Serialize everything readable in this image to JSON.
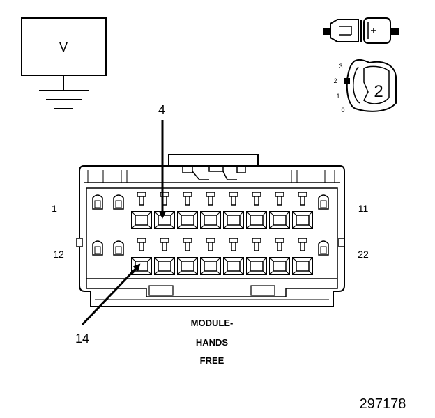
{
  "voltmeter": {
    "label": "V"
  },
  "switch": {
    "positions": [
      "3",
      "2",
      "1",
      "0"
    ],
    "selected": "2"
  },
  "connector": {
    "pin_labels": {
      "top_left": "1",
      "top_right": "11",
      "bottom_left": "12",
      "bottom_right": "22"
    },
    "callouts": {
      "upper": "4",
      "lower": "14"
    },
    "caption": [
      "MODULE-",
      "HANDS",
      "FREE"
    ]
  },
  "figure_number": "297178"
}
